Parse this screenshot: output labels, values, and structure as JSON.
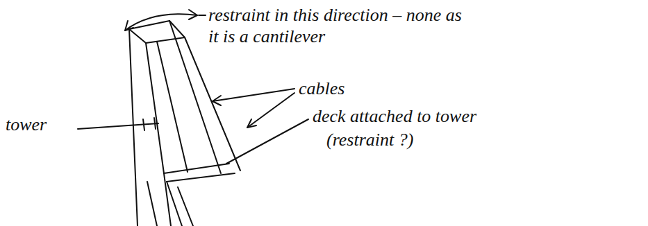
{
  "diagram": {
    "labels": [
      "restraint in this direction – none as it is a cantilever",
      "tower",
      "cables",
      "deck attached to tower",
      "(restraint ?)"
    ]
  }
}
